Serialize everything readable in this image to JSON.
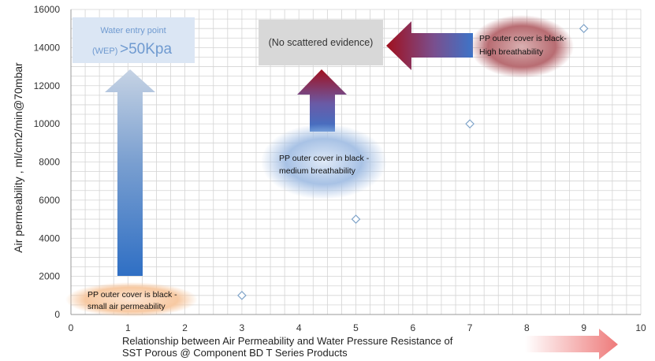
{
  "chart_data": {
    "type": "scatter",
    "title": "",
    "xlabel": "Relationship between Air Permeability and Water Pressure Resistance of SST Porous @ Component BD T Series Products",
    "xlabel_lines": [
      "Relationship between Air Permeability and Water Pressure Resistance of",
      "SST Porous @ Component BD T Series Products"
    ],
    "ylabel": "Air permeability , ml/cm2/min@70mbar",
    "xlim": [
      0,
      10
    ],
    "ylim": [
      0,
      16000
    ],
    "x_ticks": [
      "0",
      "1",
      "2",
      "3",
      "4",
      "5",
      "6",
      "7",
      "8",
      "9",
      "10"
    ],
    "y_ticks": [
      "0",
      "2000",
      "4000",
      "6000",
      "8000",
      "10000",
      "12000",
      "14000",
      "16000"
    ],
    "grid": true,
    "series": [
      {
        "marker": "diamond",
        "x": [
          3,
          5,
          7,
          9
        ],
        "y": [
          1000,
          5000,
          10000,
          15000
        ]
      }
    ],
    "annotations": {
      "wep_box": {
        "line1": "Water entry point",
        "line2_prefix": "(WEP)",
        "line2_value": ">50Kpa"
      },
      "no_scatter_box": "(No scattered evidence)",
      "bubble_small": [
        "PP outer cover is black -",
        "small air permeability"
      ],
      "bubble_medium": [
        "PP outer cover in black -",
        "medium breathability"
      ],
      "bubble_high": [
        "PP outer cover is black-",
        "High breathability"
      ]
    },
    "colors": {
      "marker": "#7fa3c8",
      "grid": "#d4d4d4",
      "blue_arrow": "#3a78c9",
      "red_arrow": "#a01220",
      "bubble_small": "#f6c59f",
      "bubble_medium": "#9bb8e0",
      "bubble_high": "#b5676e",
      "wep_box": "#dbe6f4",
      "no_scatter_box": "#d8d8d8",
      "corner_arrow": "#f08a8a"
    }
  }
}
